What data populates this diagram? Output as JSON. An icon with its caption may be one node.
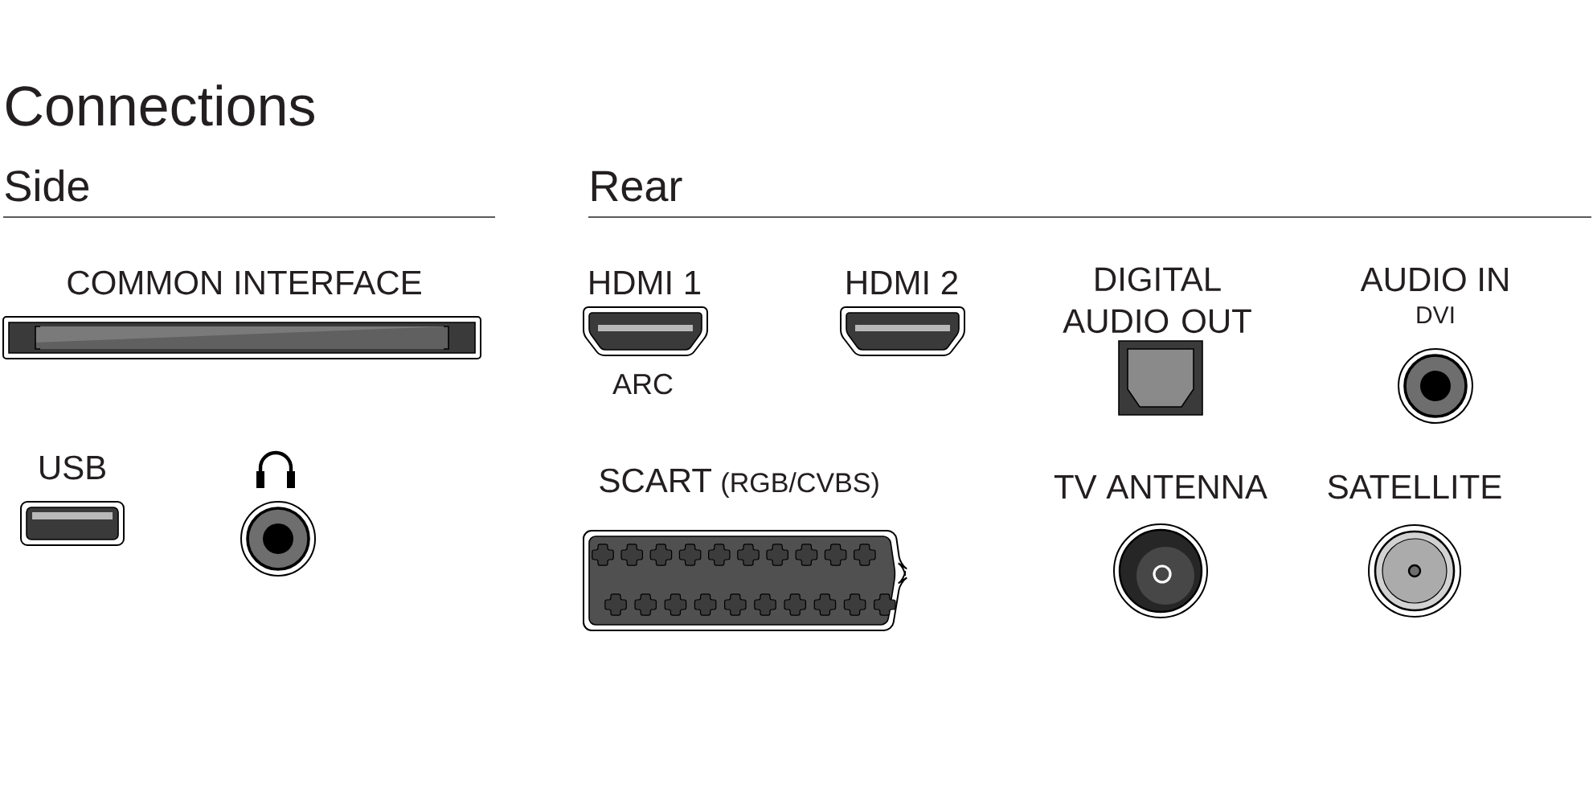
{
  "diagram": {
    "title": "Connections",
    "labels": [
      "Side",
      "Rear",
      "COMMON INTERFACE",
      "HDMI 1",
      "HDMI 2",
      "DIGITAL AUDIO OUT",
      "AUDIO IN",
      "DVI",
      "ARC",
      "USB",
      "SCART",
      "(RGB/CVBS)",
      "TV ANTENNA",
      "SATELLITE"
    ]
  }
}
